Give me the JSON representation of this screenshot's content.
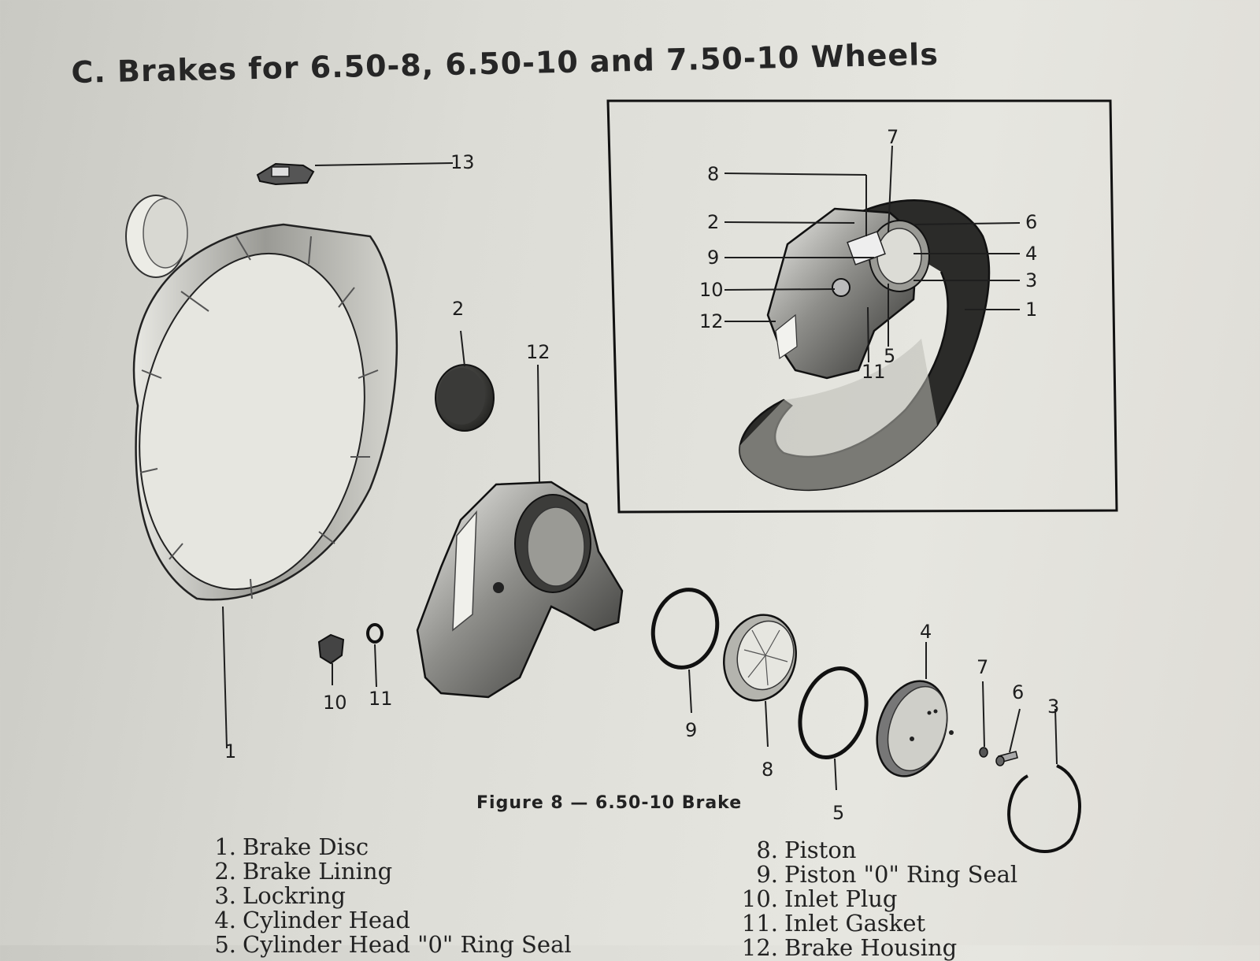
{
  "title": "C. Brakes for 6.50-8, 6.50-10 and 7.50-10 Wheels",
  "figure_caption": "Figure 8 — 6.50-10 Brake",
  "callouts": {
    "n13": "13",
    "n2": "2",
    "n12": "12",
    "n1": "1",
    "n10": "10",
    "n11": "11",
    "n9": "9",
    "n8": "8",
    "n5": "5",
    "n4": "4",
    "n7": "7",
    "n6": "6",
    "n3": "3"
  },
  "inset_callouts": {
    "n7": "7",
    "n8": "8",
    "n2": "2",
    "n6": "6",
    "n9": "9",
    "n4": "4",
    "n10": "10",
    "n3": "3",
    "n12": "12",
    "n1": "1",
    "n11": "11",
    "n5": "5"
  },
  "parts_left": [
    {
      "num": "1.",
      "name": "Brake Disc"
    },
    {
      "num": "2.",
      "name": "Brake Lining"
    },
    {
      "num": "3.",
      "name": "Lockring"
    },
    {
      "num": "4.",
      "name": "Cylinder Head"
    },
    {
      "num": "5.",
      "name": "Cylinder Head \"0\" Ring Seal"
    }
  ],
  "parts_right": [
    {
      "num": "8.",
      "name": "Piston"
    },
    {
      "num": "9.",
      "name": "Piston \"0\" Ring Seal"
    },
    {
      "num": "10.",
      "name": "Inlet Plug"
    },
    {
      "num": "11.",
      "name": "Inlet Gasket"
    },
    {
      "num": "12.",
      "name": "Brake Housing"
    }
  ]
}
